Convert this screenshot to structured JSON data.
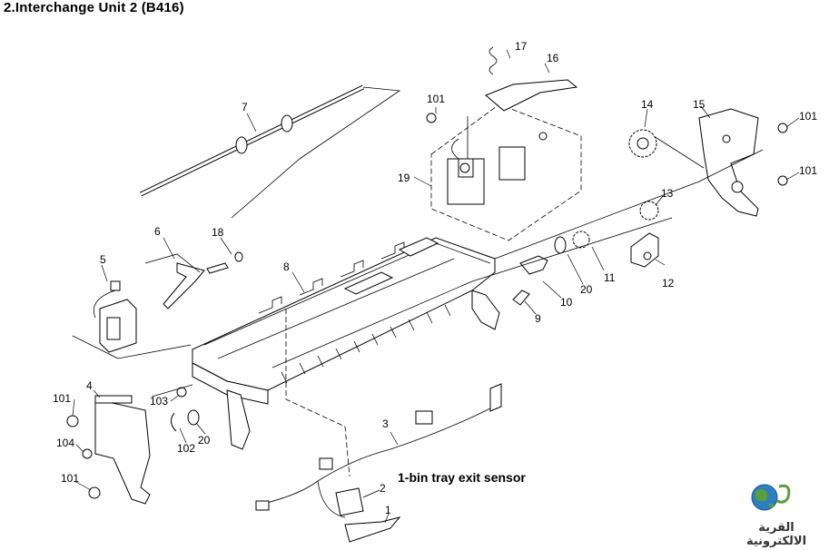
{
  "title": "2.Interchange Unit 2 (B416)",
  "sensor_label": "1-bin tray exit sensor",
  "logo": {
    "text": "القرية الالكترونية",
    "accent_blue": "#2e7fc0",
    "accent_green": "#5a9e3a"
  },
  "callouts": {
    "c1": "1",
    "c2": "2",
    "c3": "3",
    "c4": "4",
    "c5": "5",
    "c6": "6",
    "c7": "7",
    "c8": "8",
    "c9": "9",
    "c10": "10",
    "c11": "11",
    "c12": "12",
    "c13": "13",
    "c14": "14",
    "c15": "15",
    "c16": "16",
    "c17": "17",
    "c18": "18",
    "c19": "19",
    "c20a": "20",
    "c20b": "20",
    "c101a": "101",
    "c101b": "101",
    "c101c": "101",
    "c101d": "101",
    "c101e": "101",
    "c102": "102",
    "c103": "103",
    "c104": "104"
  }
}
